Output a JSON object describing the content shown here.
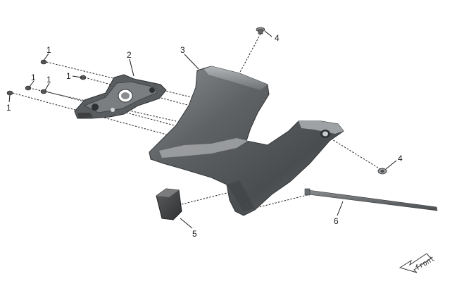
{
  "diagram": {
    "callouts": {
      "c1a": "1",
      "c1b": "1",
      "c1c": "1",
      "c1d": "1",
      "c1e": "1",
      "c2": "2",
      "c3": "3",
      "c4a": "4",
      "c4b": "4",
      "c5": "5",
      "c6": "6"
    },
    "front_label": "front",
    "colors": {
      "cover_dark": "#4a4d4f",
      "cover_mid": "#6c6f71",
      "cover_light": "#a9acae",
      "bracket": "#55585a",
      "pad": "#3d3f41",
      "leader": "#1a1a1a"
    }
  }
}
